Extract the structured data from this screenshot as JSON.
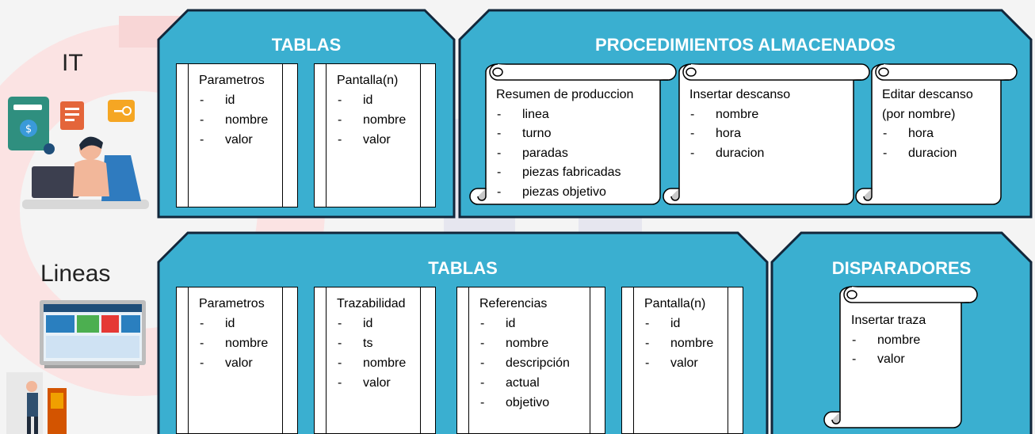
{
  "sections": {
    "it": {
      "label": "IT",
      "tablas": {
        "title": "TABLAS",
        "tables": [
          {
            "name": "Parametros",
            "fields": [
              "id",
              "nombre",
              "valor"
            ]
          },
          {
            "name": "Pantalla(n)",
            "fields": [
              "id",
              "nombre",
              "valor"
            ]
          }
        ]
      },
      "procedimientos": {
        "title": "PROCEDIMIENTOS ALMACENADOS",
        "items": [
          {
            "title_lines": [
              "Resumen de produccion"
            ],
            "params": [
              "linea",
              "turno",
              "paradas",
              "piezas fabricadas",
              "piezas objetivo"
            ]
          },
          {
            "title_lines": [
              "Insertar descanso"
            ],
            "params": [
              "nombre",
              "hora",
              "duracion"
            ]
          },
          {
            "title_lines": [
              "Editar descanso",
              "(por nombre)"
            ],
            "params": [
              "hora",
              "duracion"
            ]
          }
        ]
      }
    },
    "lineas": {
      "label": "Lineas",
      "tablas": {
        "title": "TABLAS",
        "tables": [
          {
            "name": "Parametros",
            "fields": [
              "id",
              "nombre",
              "valor"
            ]
          },
          {
            "name": "Trazabilidad",
            "fields": [
              "id",
              "ts",
              "nombre",
              "valor"
            ]
          },
          {
            "name": "Referencias",
            "fields": [
              "id",
              "nombre",
              "descripción",
              "actual",
              "objetivo"
            ]
          },
          {
            "name": "Pantalla(n)",
            "fields": [
              "id",
              "nombre",
              "valor"
            ]
          }
        ]
      },
      "disparadores": {
        "title": "DISPARADORES",
        "items": [
          {
            "title_lines": [
              "Insertar traza"
            ],
            "params": [
              "nombre",
              "valor"
            ]
          }
        ]
      }
    }
  },
  "colors": {
    "panel": "#3aafd0",
    "panel_border": "#12263a",
    "title_text": "#ffffff",
    "scroll_curl": "#c8c8c8"
  }
}
